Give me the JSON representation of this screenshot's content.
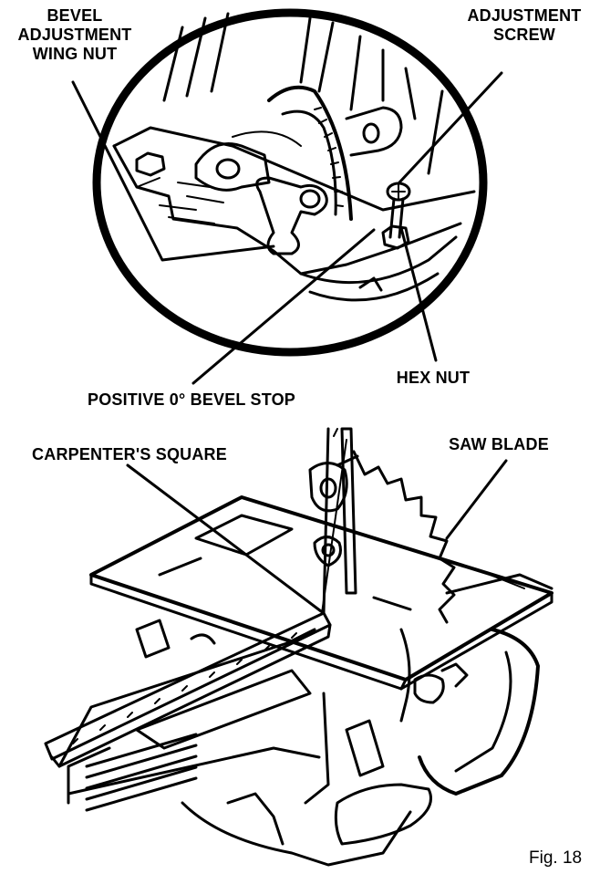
{
  "labels": {
    "bevel_wing_nut": [
      "BEVEL",
      "ADJUSTMENT",
      "WING NUT"
    ],
    "adjustment_screw": [
      "ADJUSTMENT",
      "SCREW"
    ],
    "hex_nut": "HEX NUT",
    "positive_stop": "POSITIVE 0° BEVEL STOP",
    "carpenters_square": "CARPENTER'S SQUARE",
    "saw_blade": "SAW BLADE",
    "figure": "Fig. 18"
  }
}
